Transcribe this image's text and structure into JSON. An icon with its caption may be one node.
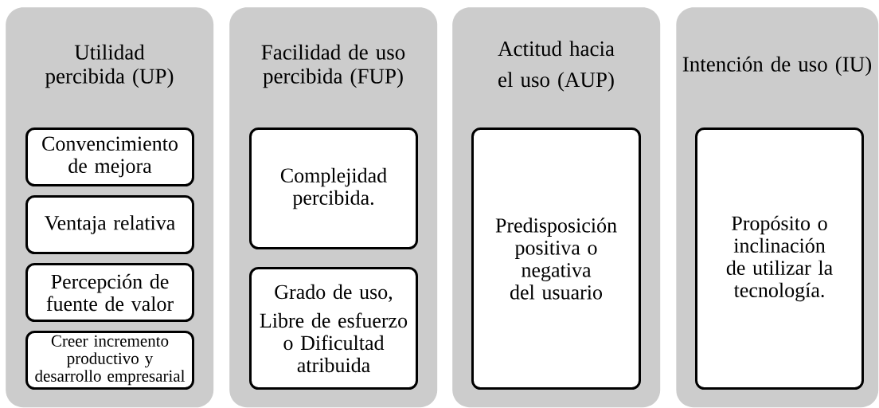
{
  "diagram": {
    "nodes": [
      {
        "text": [
          "Utilidad percibida (UP)"
        ]
      },
      {
        "text": [
          "Convencimiento de mejora"
        ],
        "in": 0
      },
      {
        "text": [
          "Ventaja relativa"
        ],
        "in": 0
      },
      {
        "text": [
          "Percepción de fuente de valor"
        ],
        "in": 0
      },
      {
        "text": [
          "Creer incremento productivo y desarrollo empresarial"
        ],
        "in": 0
      },
      {
        "text": [
          "Facilidad de uso percibida (FUP)"
        ]
      },
      {
        "text": [
          "Complejidad percibida."
        ],
        "in": 5
      },
      {
        "text": [
          "Grado de uso,",
          "Libre de esfuerzo o Dificultad atribuida"
        ],
        "in": 5
      },
      {
        "text": [
          "Actitud hacia el uso (AUP)"
        ]
      },
      {
        "text": [
          "Predisposición positiva o negativa del usuario"
        ],
        "in": 8
      },
      {
        "text": [
          "Intención de uso (IU)"
        ]
      },
      {
        "text": [
          "Propósito o inclinación de utilizar la tecnología."
        ],
        "in": 10
      }
    ]
  }
}
